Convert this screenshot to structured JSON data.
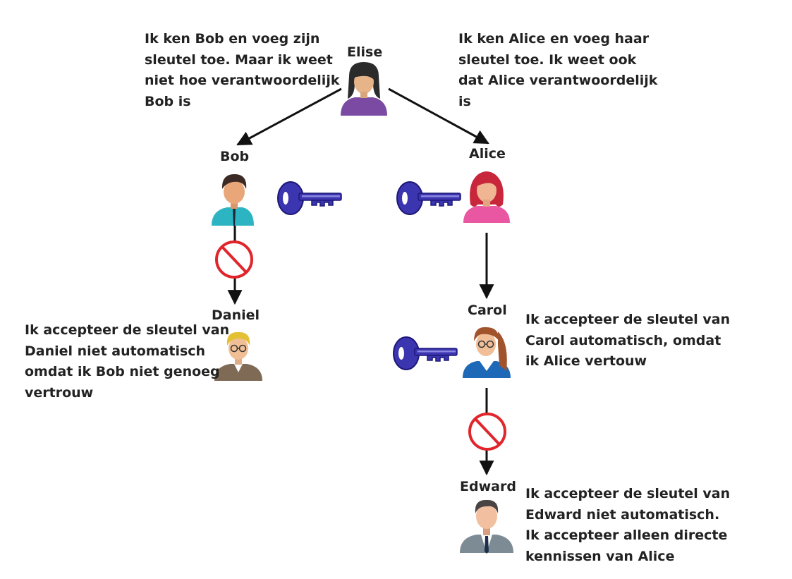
{
  "people": {
    "elise": {
      "name": "Elise",
      "avatar_icon": "woman-dark-hair-avatar-icon"
    },
    "bob": {
      "name": "Bob",
      "avatar_icon": "man-teal-shirt-avatar-icon"
    },
    "alice": {
      "name": "Alice",
      "avatar_icon": "woman-red-hair-avatar-icon"
    },
    "daniel": {
      "name": "Daniel",
      "avatar_icon": "man-glasses-blond-avatar-icon"
    },
    "carol": {
      "name": "Carol",
      "avatar_icon": "woman-glasses-avatar-icon"
    },
    "edward": {
      "name": "Edward",
      "avatar_icon": "man-suit-avatar-icon"
    }
  },
  "notes": {
    "elise_bob": "Ik ken Bob en voeg zijn\nsleutel toe. Maar ik weet\nniet hoe verantwoordelijk\nBob is",
    "elise_alice": "Ik ken Alice en voeg haar\nsleutel toe. Ik weet ook\ndat Alice verantwoordelijk\nis",
    "daniel": "Ik accepteer de sleutel van\n Daniel niet automatisch\nomdat ik Bob niet genoeg\nvertrouw",
    "carol": "Ik accepteer de sleutel van\nCarol automatisch, omdat\nik Alice vertouw",
    "edward": "Ik accepteer de sleutel van\nEdward niet automatisch.\nIk accepteer alleen directe\nkennissen van Alice"
  },
  "icons": {
    "key": "key-icon",
    "no_entry": "prohibited-icon"
  },
  "colors": {
    "key": "#3c35b0",
    "key_dark": "#1d1878",
    "prohibited": "#e0262c",
    "arrow": "#111111"
  }
}
